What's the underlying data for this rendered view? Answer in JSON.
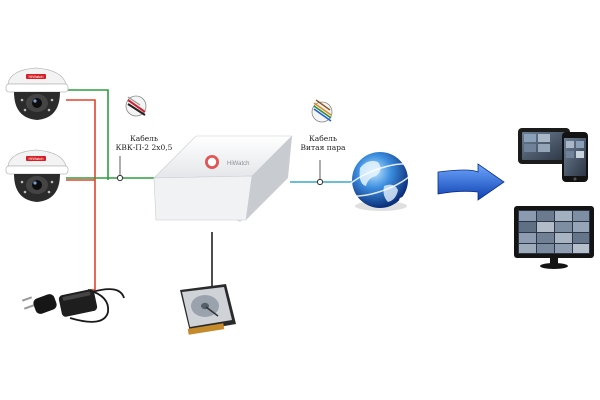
{
  "labels": {
    "cable_power_line1": "Кабель",
    "cable_power_line2": "КВК-П-2 2х0,5",
    "cable_network_line1": "Кабель",
    "cable_network_line2": "Витая пара"
  },
  "brand": {
    "camera_logo": "HiWatch",
    "dvr_logo": "HiWatch"
  },
  "colors": {
    "power_line": "#e2442f",
    "video_line": "#2e9e3e",
    "network_line": "#3aa9c9",
    "arrow": "#1f5fd0",
    "hdd_line": "#222222"
  },
  "icons": [
    "dome-camera-icon",
    "power-adapter-icon",
    "dvr-recorder-icon",
    "hard-drive-icon",
    "internet-globe-icon",
    "arrow-right-icon",
    "tablet-phone-icon",
    "monitor-icon"
  ]
}
